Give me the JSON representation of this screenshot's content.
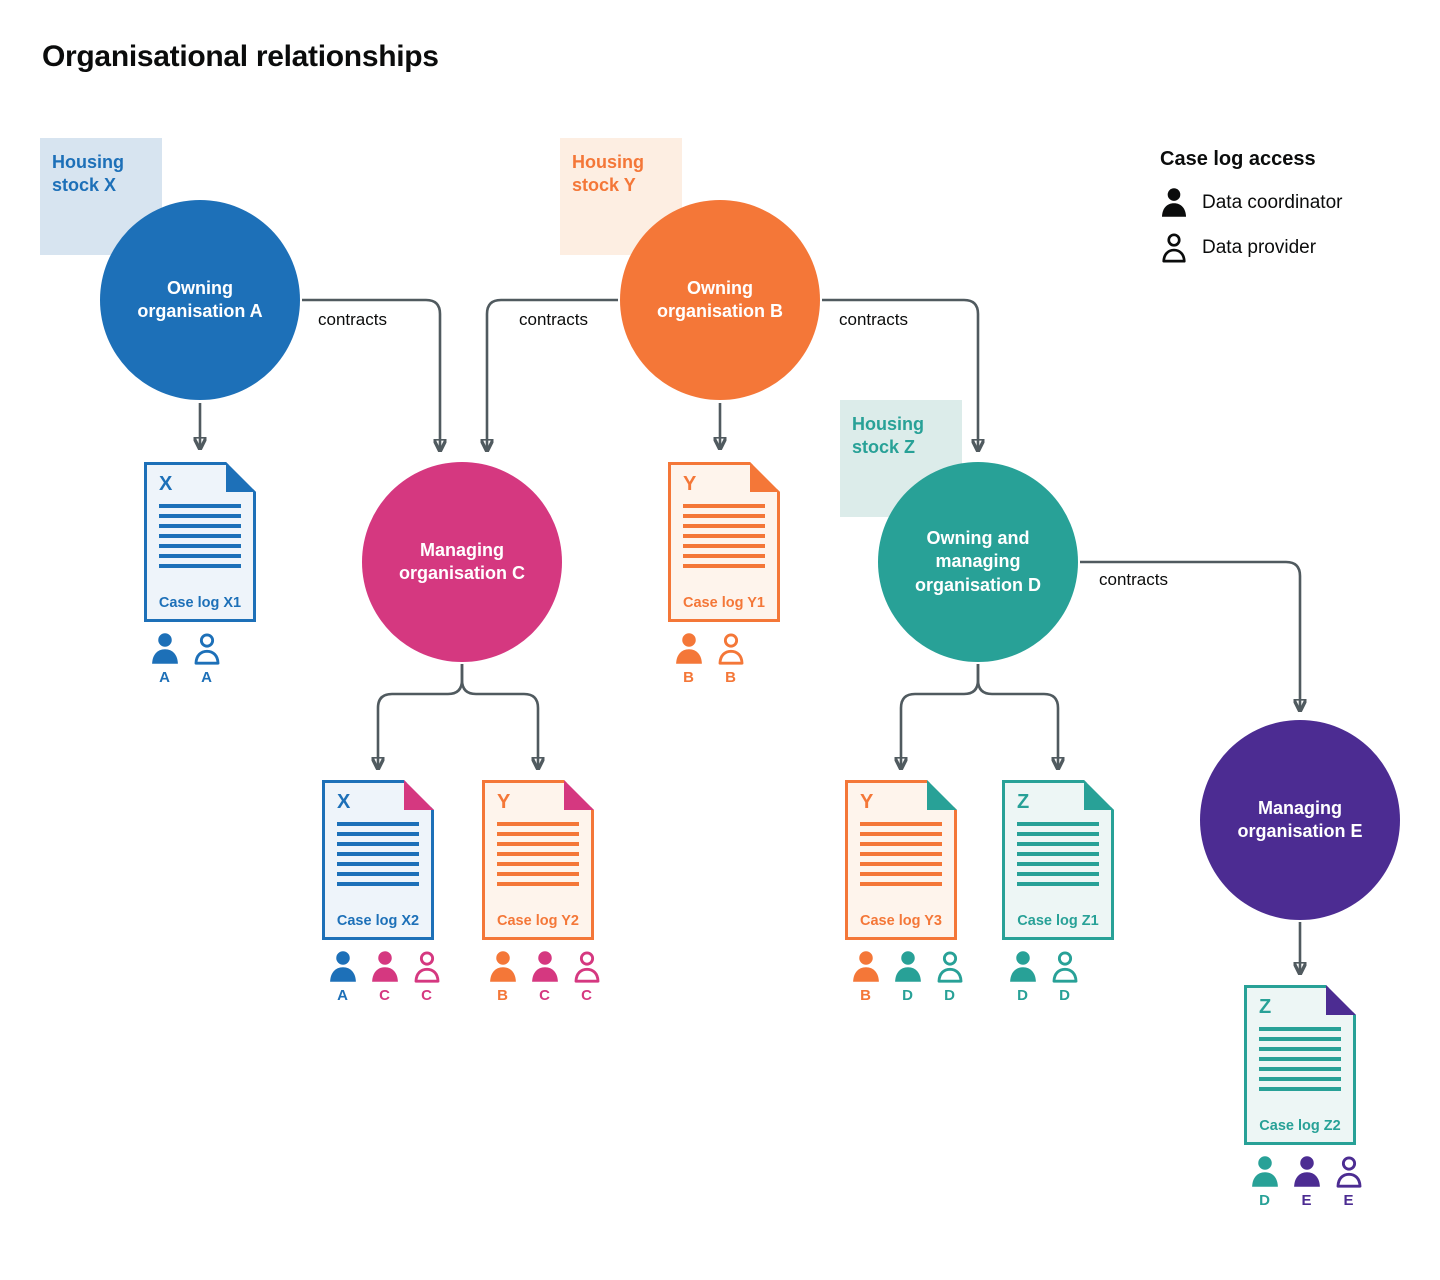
{
  "title": "Organisational relationships",
  "palette": {
    "blue": "#1d70b8",
    "orange": "#f47738",
    "pink": "#d53880",
    "teal": "#28a197",
    "purple": "#4c2c92",
    "blue_tint": "#d7e4f0",
    "orange_tint": "#fdeee2",
    "teal_tint": "#dcecea",
    "blue_pale": "#eef4fa",
    "orange_pale": "#fef4ec",
    "teal_pale": "#edf6f5",
    "arrow": "#505a5f",
    "ink": "#0b0c0c"
  },
  "legend": {
    "title": "Case log access",
    "items": [
      {
        "icon": "data-coordinator-icon",
        "style": "filled",
        "label": "Data coordinator"
      },
      {
        "icon": "data-provider-icon",
        "style": "outline",
        "label": "Data provider"
      }
    ]
  },
  "housing_stocks": [
    {
      "label": "Housing stock X",
      "color": "blue",
      "bg": "blue_tint"
    },
    {
      "label": "Housing stock Y",
      "color": "orange",
      "bg": "orange_tint"
    },
    {
      "label": "Housing stock Z",
      "color": "teal",
      "bg": "teal_tint"
    }
  ],
  "organisations": [
    {
      "id": "A",
      "label": "Owning organisation A",
      "color": "blue"
    },
    {
      "id": "B",
      "label": "Owning organisation B",
      "color": "orange"
    },
    {
      "id": "C",
      "label": "Managing organisation C",
      "color": "pink"
    },
    {
      "id": "D",
      "label": "Owning and managing organisation D",
      "color": "teal"
    },
    {
      "id": "E",
      "label": "Managing organisation E",
      "color": "purple"
    }
  ],
  "connections": [
    {
      "from": "Owning organisation A",
      "to": "Case log X1"
    },
    {
      "from": "Owning organisation A",
      "to": "Managing organisation C",
      "label": "contracts"
    },
    {
      "from": "Owning organisation B",
      "to": "Managing organisation C",
      "label": "contracts"
    },
    {
      "from": "Owning organisation B",
      "to": "Case log Y1"
    },
    {
      "from": "Owning organisation B",
      "to": "Owning and managing organisation D",
      "label": "contracts"
    },
    {
      "from": "Managing organisation C",
      "to": "Case log X2"
    },
    {
      "from": "Managing organisation C",
      "to": "Case log Y2"
    },
    {
      "from": "Owning and managing organisation D",
      "to": "Case log Y3"
    },
    {
      "from": "Owning and managing organisation D",
      "to": "Case log Z1"
    },
    {
      "from": "Owning and managing organisation D",
      "to": "Managing organisation E",
      "label": "contracts"
    },
    {
      "from": "Managing organisation E",
      "to": "Case log Z2"
    }
  ],
  "case_logs": [
    {
      "letter": "X",
      "label": "Case log X1",
      "color": "blue",
      "bg": "blue_pale",
      "fold": "blue",
      "access": [
        {
          "letter": "A",
          "role": "coordinator",
          "color": "blue"
        },
        {
          "letter": "A",
          "role": "provider",
          "color": "blue"
        }
      ]
    },
    {
      "letter": "Y",
      "label": "Case log Y1",
      "color": "orange",
      "bg": "orange_pale",
      "fold": "orange",
      "access": [
        {
          "letter": "B",
          "role": "coordinator",
          "color": "orange"
        },
        {
          "letter": "B",
          "role": "provider",
          "color": "orange"
        }
      ]
    },
    {
      "letter": "X",
      "label": "Case log X2",
      "color": "blue",
      "bg": "blue_pale",
      "fold": "pink",
      "access": [
        {
          "letter": "A",
          "role": "coordinator",
          "color": "blue"
        },
        {
          "letter": "C",
          "role": "coordinator",
          "color": "pink"
        },
        {
          "letter": "C",
          "role": "provider",
          "color": "pink"
        }
      ]
    },
    {
      "letter": "Y",
      "label": "Case log Y2",
      "color": "orange",
      "bg": "orange_pale",
      "fold": "pink",
      "access": [
        {
          "letter": "B",
          "role": "coordinator",
          "color": "orange"
        },
        {
          "letter": "C",
          "role": "coordinator",
          "color": "pink"
        },
        {
          "letter": "C",
          "role": "provider",
          "color": "pink"
        }
      ]
    },
    {
      "letter": "Y",
      "label": "Case log Y3",
      "color": "orange",
      "bg": "orange_pale",
      "fold": "teal",
      "access": [
        {
          "letter": "B",
          "role": "coordinator",
          "color": "orange"
        },
        {
          "letter": "D",
          "role": "coordinator",
          "color": "teal"
        },
        {
          "letter": "D",
          "role": "provider",
          "color": "teal"
        }
      ]
    },
    {
      "letter": "Z",
      "label": "Case log Z1",
      "color": "teal",
      "bg": "teal_pale",
      "fold": "teal",
      "access": [
        {
          "letter": "D",
          "role": "coordinator",
          "color": "teal"
        },
        {
          "letter": "D",
          "role": "provider",
          "color": "teal"
        }
      ]
    },
    {
      "letter": "Z",
      "label": "Case log Z2",
      "color": "teal",
      "bg": "teal_pale",
      "fold": "purple",
      "access": [
        {
          "letter": "D",
          "role": "coordinator",
          "color": "teal"
        },
        {
          "letter": "E",
          "role": "coordinator",
          "color": "purple"
        },
        {
          "letter": "E",
          "role": "provider",
          "color": "purple"
        }
      ]
    }
  ]
}
